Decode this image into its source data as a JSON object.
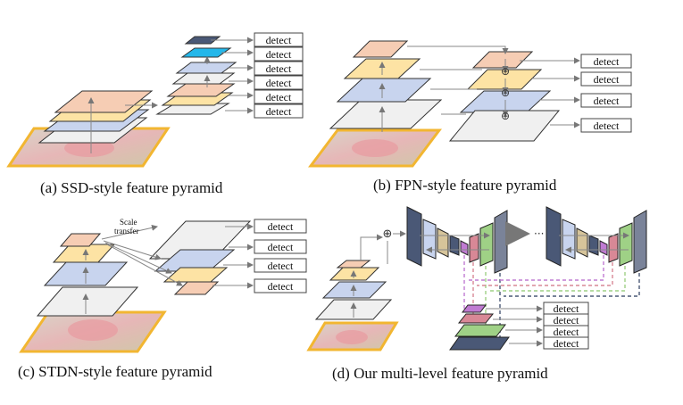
{
  "colors": {
    "image_border": "#f2b631",
    "peach": "#f6cdb4",
    "yellow": "#fde3a4",
    "blue": "#c8d4ee",
    "gray": "#f0f0f0",
    "cyan": "#24b7ea",
    "navy": "#4a5876",
    "slate": "#7a8399",
    "tan": "#d6c49a",
    "pink": "#d88896",
    "green": "#9fd186",
    "purple": "#c07bd2"
  },
  "detect_label": "detect",
  "captions": {
    "a": "(a) SSD-style feature pyramid",
    "b": "(b) FPN-style feature pyramid",
    "c": "(c) STDN-style feature pyramid",
    "d": "(d) Our multi-level feature pyramid"
  },
  "scale_transfer_label": [
    "Scale",
    "transfer"
  ],
  "plus_symbol": "⊕",
  "ellipsis": "···"
}
